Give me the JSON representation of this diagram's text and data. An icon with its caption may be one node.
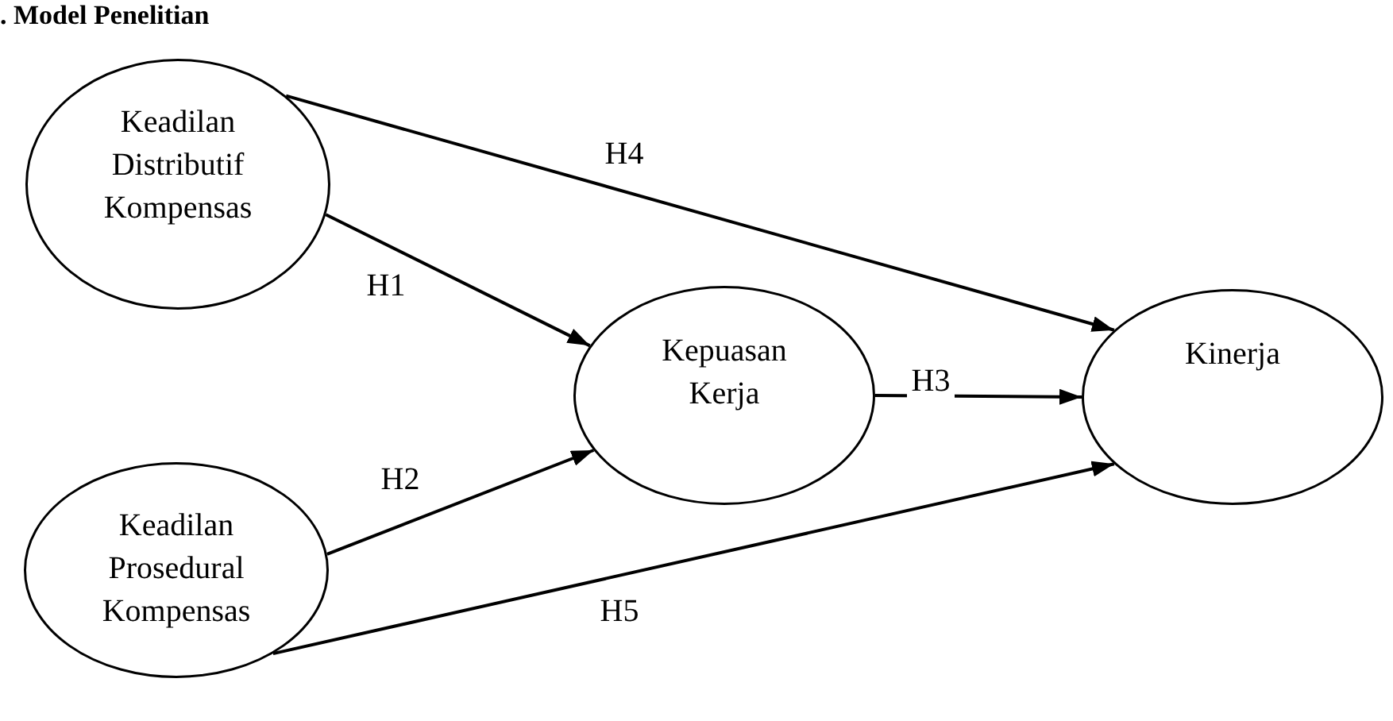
{
  "diagram": {
    "title": ". Model Penelitian",
    "nodes": [
      {
        "text": [
          "Keadilan Distributif Kompensas"
        ]
      },
      {
        "text": [
          "Keadilan Prosedural Kompensas"
        ]
      },
      {
        "text": [
          "Kepuasan Kerja"
        ]
      },
      {
        "text": [
          "Kinerja"
        ]
      }
    ],
    "edges": [
      {
        "from": 0,
        "to": 2,
        "arrow": "to",
        "label": "H1"
      },
      {
        "from": 1,
        "to": 2,
        "arrow": "to",
        "label": "H2"
      },
      {
        "from": 2,
        "to": 3,
        "arrow": "to",
        "label": "H3"
      },
      {
        "from": 0,
        "to": 3,
        "arrow": "to",
        "label": "H4"
      },
      {
        "from": 1,
        "to": 3,
        "arrow": "to",
        "label": "H5"
      }
    ]
  }
}
